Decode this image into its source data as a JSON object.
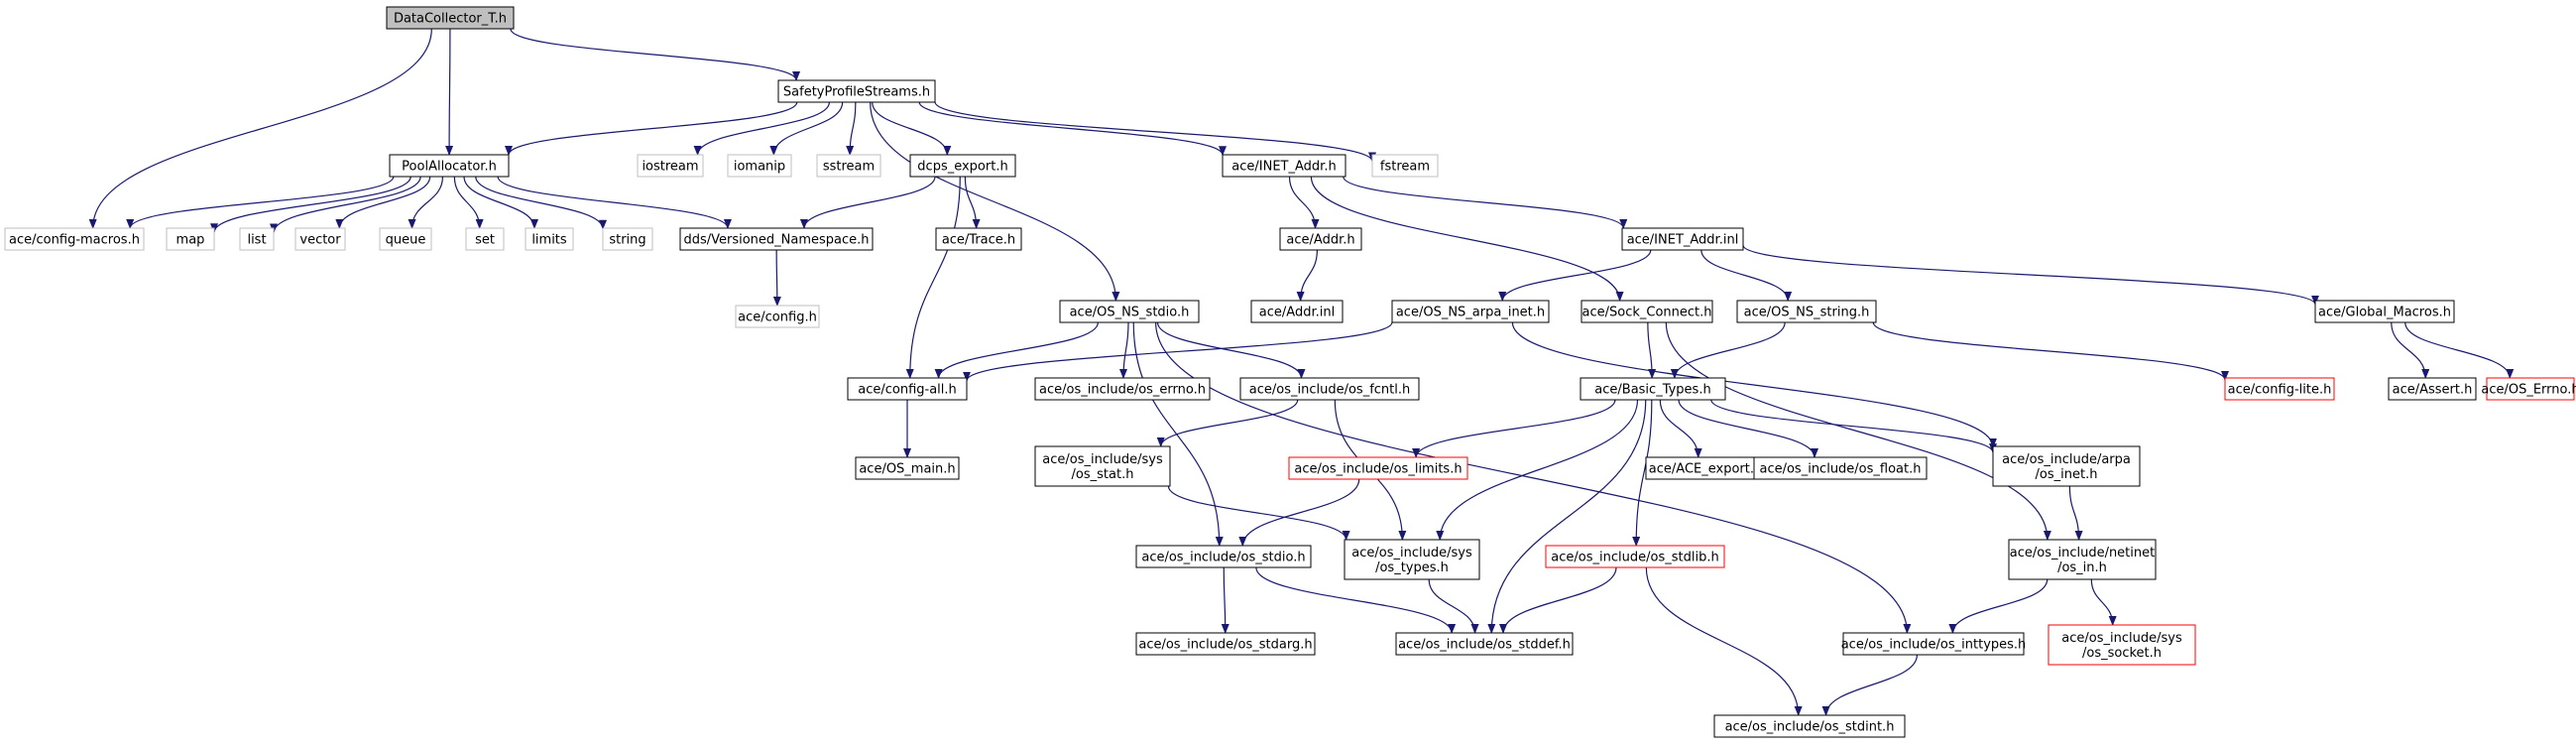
{
  "colors": {
    "edge": "#191970",
    "root_fill": "#bfbfbf",
    "node_border": "#000000",
    "system_border": "#bfbfbf",
    "truncated_border": "#ff0000"
  },
  "nodes": [
    {
      "id": "n0",
      "lines": [
        "DataCollector_T.h"
      ],
      "kind": "root"
    },
    {
      "id": "n1",
      "lines": [
        "SafetyProfileStreams.h"
      ],
      "kind": "normal"
    },
    {
      "id": "n2",
      "lines": [
        "PoolAllocator.h"
      ],
      "kind": "normal"
    },
    {
      "id": "n3",
      "lines": [
        "iostream"
      ],
      "kind": "system"
    },
    {
      "id": "n4",
      "lines": [
        "iomanip"
      ],
      "kind": "system"
    },
    {
      "id": "n5",
      "lines": [
        "sstream"
      ],
      "kind": "system"
    },
    {
      "id": "n6",
      "lines": [
        "dcps_export.h"
      ],
      "kind": "normal"
    },
    {
      "id": "n7",
      "lines": [
        "ace/INET_Addr.h"
      ],
      "kind": "normal"
    },
    {
      "id": "n8",
      "lines": [
        "fstream"
      ],
      "kind": "system"
    },
    {
      "id": "n9",
      "lines": [
        "ace/config-macros.h"
      ],
      "kind": "system"
    },
    {
      "id": "n10",
      "lines": [
        "map"
      ],
      "kind": "system"
    },
    {
      "id": "n11",
      "lines": [
        "list"
      ],
      "kind": "system"
    },
    {
      "id": "n12",
      "lines": [
        "vector"
      ],
      "kind": "system"
    },
    {
      "id": "n13",
      "lines": [
        "queue"
      ],
      "kind": "system"
    },
    {
      "id": "n14",
      "lines": [
        "set"
      ],
      "kind": "system"
    },
    {
      "id": "n15",
      "lines": [
        "limits"
      ],
      "kind": "system"
    },
    {
      "id": "n16",
      "lines": [
        "string"
      ],
      "kind": "system"
    },
    {
      "id": "n17",
      "lines": [
        "dds/Versioned_Namespace.h"
      ],
      "kind": "normal"
    },
    {
      "id": "n18",
      "lines": [
        "ace/Trace.h"
      ],
      "kind": "normal"
    },
    {
      "id": "n19",
      "lines": [
        "ace/Addr.h"
      ],
      "kind": "normal"
    },
    {
      "id": "n20",
      "lines": [
        "ace/INET_Addr.inl"
      ],
      "kind": "normal"
    },
    {
      "id": "n21",
      "lines": [
        "ace/config.h"
      ],
      "kind": "system"
    },
    {
      "id": "n22",
      "lines": [
        "ace/OS_NS_stdio.h"
      ],
      "kind": "normal"
    },
    {
      "id": "n23",
      "lines": [
        "ace/Addr.inl"
      ],
      "kind": "normal"
    },
    {
      "id": "n24",
      "lines": [
        "ace/OS_NS_arpa_inet.h"
      ],
      "kind": "normal"
    },
    {
      "id": "n25",
      "lines": [
        "ace/Sock_Connect.h"
      ],
      "kind": "normal"
    },
    {
      "id": "n26",
      "lines": [
        "ace/OS_NS_string.h"
      ],
      "kind": "normal"
    },
    {
      "id": "n27",
      "lines": [
        "ace/Global_Macros.h"
      ],
      "kind": "normal"
    },
    {
      "id": "n28",
      "lines": [
        "ace/config-all.h"
      ],
      "kind": "normal"
    },
    {
      "id": "n29",
      "lines": [
        "ace/os_include/os_errno.h"
      ],
      "kind": "normal"
    },
    {
      "id": "n30",
      "lines": [
        "ace/os_include/os_fcntl.h"
      ],
      "kind": "normal"
    },
    {
      "id": "n31",
      "lines": [
        "ace/Basic_Types.h"
      ],
      "kind": "normal"
    },
    {
      "id": "n32",
      "lines": [
        "ace/config-lite.h"
      ],
      "kind": "truncated"
    },
    {
      "id": "n33",
      "lines": [
        "ace/Assert.h"
      ],
      "kind": "normal"
    },
    {
      "id": "n34",
      "lines": [
        "ace/OS_Errno.h"
      ],
      "kind": "truncated"
    },
    {
      "id": "n35",
      "lines": [
        "ace/OS_main.h"
      ],
      "kind": "normal"
    },
    {
      "id": "n36",
      "lines": [
        "ace/os_include/sys",
        "/os_stat.h"
      ],
      "kind": "normal"
    },
    {
      "id": "n37",
      "lines": [
        "ace/os_include/os_limits.h"
      ],
      "kind": "truncated"
    },
    {
      "id": "n38",
      "lines": [
        "ace/ACE_export.h"
      ],
      "kind": "normal"
    },
    {
      "id": "n39",
      "lines": [
        "ace/os_include/os_float.h"
      ],
      "kind": "normal"
    },
    {
      "id": "n40",
      "lines": [
        "ace/os_include/arpa",
        "/os_inet.h"
      ],
      "kind": "normal"
    },
    {
      "id": "n41",
      "lines": [
        "ace/os_include/os_stdio.h"
      ],
      "kind": "normal"
    },
    {
      "id": "n42",
      "lines": [
        "ace/os_include/sys",
        "/os_types.h"
      ],
      "kind": "normal"
    },
    {
      "id": "n43",
      "lines": [
        "ace/os_include/os_stdlib.h"
      ],
      "kind": "truncated"
    },
    {
      "id": "n44",
      "lines": [
        "ace/os_include/netinet",
        "/os_in.h"
      ],
      "kind": "normal"
    },
    {
      "id": "n45",
      "lines": [
        "ace/os_include/os_stdarg.h"
      ],
      "kind": "normal"
    },
    {
      "id": "n46",
      "lines": [
        "ace/os_include/os_stddef.h"
      ],
      "kind": "normal"
    },
    {
      "id": "n47",
      "lines": [
        "ace/os_include/os_inttypes.h"
      ],
      "kind": "normal"
    },
    {
      "id": "n48",
      "lines": [
        "ace/os_include/sys",
        "/os_socket.h"
      ],
      "kind": "truncated"
    },
    {
      "id": "n49",
      "lines": [
        "ace/os_include/os_stdint.h"
      ],
      "kind": "normal"
    }
  ],
  "edges": [
    [
      "n0",
      "n1"
    ],
    [
      "n0",
      "n2"
    ],
    [
      "n0",
      "n9"
    ],
    [
      "n1",
      "n2"
    ],
    [
      "n1",
      "n3"
    ],
    [
      "n1",
      "n4"
    ],
    [
      "n1",
      "n5"
    ],
    [
      "n1",
      "n6"
    ],
    [
      "n1",
      "n7"
    ],
    [
      "n1",
      "n8"
    ],
    [
      "n1",
      "n22"
    ],
    [
      "n2",
      "n9"
    ],
    [
      "n2",
      "n10"
    ],
    [
      "n2",
      "n11"
    ],
    [
      "n2",
      "n12"
    ],
    [
      "n2",
      "n13"
    ],
    [
      "n2",
      "n14"
    ],
    [
      "n2",
      "n15"
    ],
    [
      "n2",
      "n16"
    ],
    [
      "n2",
      "n17"
    ],
    [
      "n6",
      "n17"
    ],
    [
      "n6",
      "n18"
    ],
    [
      "n6",
      "n28"
    ],
    [
      "n17",
      "n21"
    ],
    [
      "n7",
      "n19"
    ],
    [
      "n7",
      "n20"
    ],
    [
      "n7",
      "n25"
    ],
    [
      "n19",
      "n23"
    ],
    [
      "n20",
      "n24"
    ],
    [
      "n20",
      "n26"
    ],
    [
      "n20",
      "n27"
    ],
    [
      "n22",
      "n28"
    ],
    [
      "n22",
      "n29"
    ],
    [
      "n22",
      "n30"
    ],
    [
      "n22",
      "n41"
    ],
    [
      "n22",
      "n47"
    ],
    [
      "n24",
      "n28"
    ],
    [
      "n24",
      "n40"
    ],
    [
      "n25",
      "n31"
    ],
    [
      "n25",
      "n44"
    ],
    [
      "n26",
      "n31"
    ],
    [
      "n26",
      "n32"
    ],
    [
      "n27",
      "n33"
    ],
    [
      "n27",
      "n34"
    ],
    [
      "n28",
      "n35"
    ],
    [
      "n30",
      "n36"
    ],
    [
      "n30",
      "n42"
    ],
    [
      "n36",
      "n42"
    ],
    [
      "n31",
      "n37"
    ],
    [
      "n31",
      "n38"
    ],
    [
      "n31",
      "n39"
    ],
    [
      "n31",
      "n40"
    ],
    [
      "n31",
      "n42"
    ],
    [
      "n31",
      "n43"
    ],
    [
      "n31",
      "n46"
    ],
    [
      "n37",
      "n41"
    ],
    [
      "n40",
      "n44"
    ],
    [
      "n41",
      "n45"
    ],
    [
      "n41",
      "n46"
    ],
    [
      "n42",
      "n46"
    ],
    [
      "n43",
      "n46"
    ],
    [
      "n43",
      "n49"
    ],
    [
      "n44",
      "n47"
    ],
    [
      "n44",
      "n48"
    ],
    [
      "n47",
      "n49"
    ]
  ]
}
